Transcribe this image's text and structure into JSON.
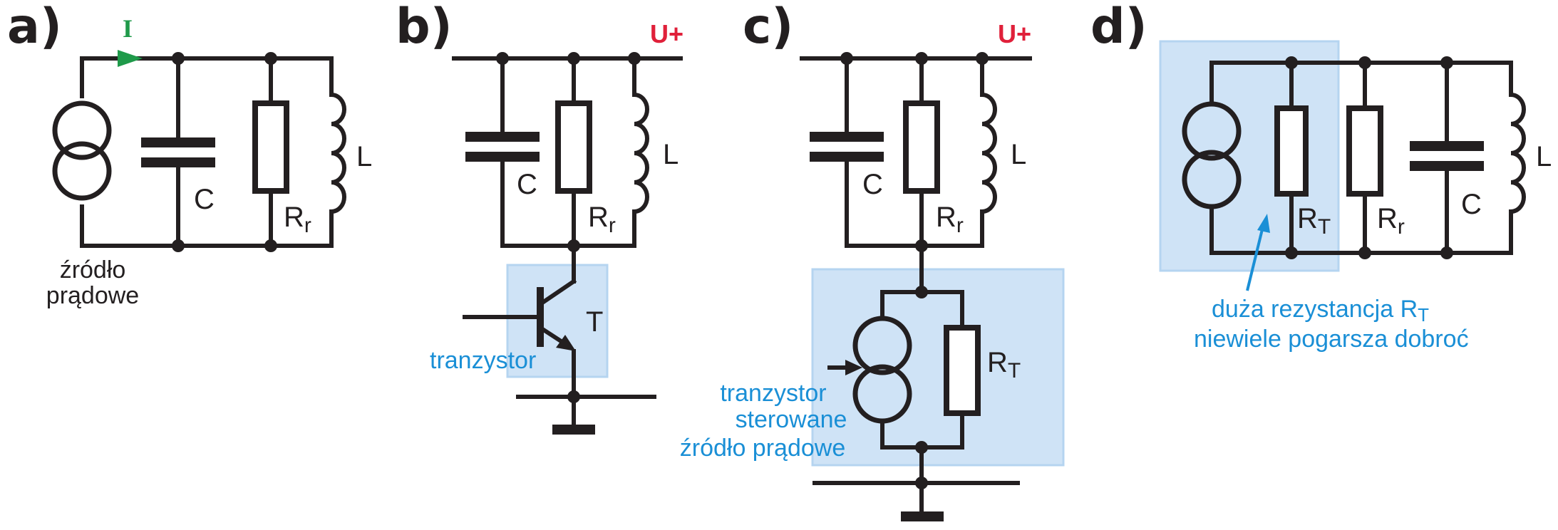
{
  "panels": {
    "a": {
      "label": "a)",
      "current_label": "I",
      "capacitor_label": "C",
      "resistor_label": "R",
      "resistor_sub": "r",
      "inductor_label": "L",
      "source_caption_line1": "źródło",
      "source_caption_line2": "prądowe"
    },
    "b": {
      "label": "b)",
      "supply_label": "U+",
      "capacitor_label": "C",
      "resistor_label": "R",
      "resistor_sub": "r",
      "inductor_label": "L",
      "transistor_label": "T",
      "transistor_caption": "tranzystor"
    },
    "c": {
      "label": "c)",
      "supply_label": "U+",
      "capacitor_label": "C",
      "resistor_label": "R",
      "resistor_sub": "r",
      "inductor_label": "L",
      "rt_label": "R",
      "rt_sub": "T",
      "caption_line1": "tranzystor",
      "caption_line2": "sterowane",
      "caption_line3": "źródło prądowe"
    },
    "d": {
      "label": "d)",
      "rt_label": "R",
      "rt_sub": "T",
      "resistor_label": "R",
      "resistor_sub": "r",
      "capacitor_label": "C",
      "inductor_label": "L",
      "caption_line1_main": "duża rezystancja R",
      "caption_line1_sub": "T",
      "caption_line2": "niewiele pogarsza dobroć"
    }
  },
  "colors": {
    "wire": "#231f20",
    "highlight": "#cfe3f6",
    "annotation": "#1a8fd6",
    "supply": "#e0203a",
    "current_arrow": "#1f9a4a"
  }
}
